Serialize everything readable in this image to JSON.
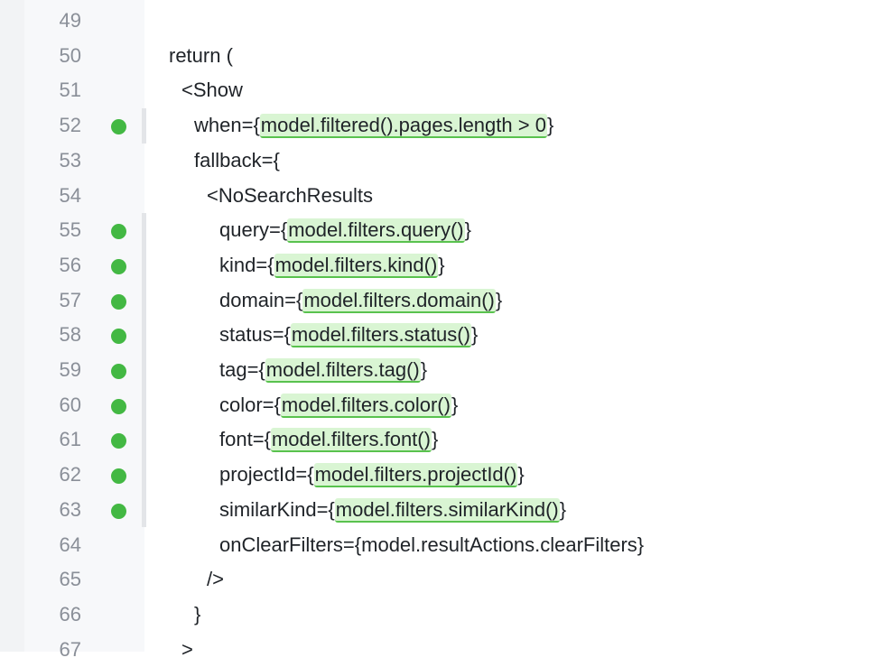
{
  "lines": [
    {
      "n": "49",
      "indent": 0,
      "pre": "",
      "hl": "",
      "post": "",
      "cov": false
    },
    {
      "n": "50",
      "indent": 0,
      "pre": "return (",
      "hl": "",
      "post": "",
      "cov": false
    },
    {
      "n": "51",
      "indent": 1,
      "pre": "<Show",
      "hl": "",
      "post": "",
      "cov": false
    },
    {
      "n": "52",
      "indent": 2,
      "pre": "when={",
      "hl": "model.filtered().pages.length > 0",
      "post": "}",
      "cov": true
    },
    {
      "n": "53",
      "indent": 2,
      "pre": "fallback={",
      "hl": "",
      "post": "",
      "cov": false
    },
    {
      "n": "54",
      "indent": 3,
      "pre": "<NoSearchResults",
      "hl": "",
      "post": "",
      "cov": false
    },
    {
      "n": "55",
      "indent": 4,
      "pre": "query={",
      "hl": "model.filters.query()",
      "post": "}",
      "cov": true
    },
    {
      "n": "56",
      "indent": 4,
      "pre": "kind={",
      "hl": "model.filters.kind()",
      "post": "}",
      "cov": true
    },
    {
      "n": "57",
      "indent": 4,
      "pre": "domain={",
      "hl": "model.filters.domain()",
      "post": "}",
      "cov": true
    },
    {
      "n": "58",
      "indent": 4,
      "pre": "status={",
      "hl": "model.filters.status()",
      "post": "}",
      "cov": true
    },
    {
      "n": "59",
      "indent": 4,
      "pre": "tag={",
      "hl": "model.filters.tag()",
      "post": "}",
      "cov": true
    },
    {
      "n": "60",
      "indent": 4,
      "pre": "color={",
      "hl": "model.filters.color()",
      "post": "}",
      "cov": true
    },
    {
      "n": "61",
      "indent": 4,
      "pre": "font={",
      "hl": "model.filters.font()",
      "post": "}",
      "cov": true
    },
    {
      "n": "62",
      "indent": 4,
      "pre": "projectId={",
      "hl": "model.filters.projectId()",
      "post": "}",
      "cov": true
    },
    {
      "n": "63",
      "indent": 4,
      "pre": "similarKind={",
      "hl": "model.filters.similarKind()",
      "post": "}",
      "cov": true
    },
    {
      "n": "64",
      "indent": 4,
      "pre": "onClearFilters={model.resultActions.clearFilters}",
      "hl": "",
      "post": "",
      "cov": false
    },
    {
      "n": "65",
      "indent": 3,
      "pre": "/>",
      "hl": "",
      "post": "",
      "cov": false
    },
    {
      "n": "66",
      "indent": 2,
      "pre": "}",
      "hl": "",
      "post": "",
      "cov": false
    },
    {
      "n": "67",
      "indent": 1,
      "pre": ">",
      "hl": "",
      "post": "",
      "cov": false
    }
  ],
  "colors": {
    "covered_dot": "#43b843",
    "highlight_bg": "#d9f5d3",
    "highlight_underline": "#59c24e"
  },
  "icons": {
    "coverage": "covered-dot-icon"
  }
}
